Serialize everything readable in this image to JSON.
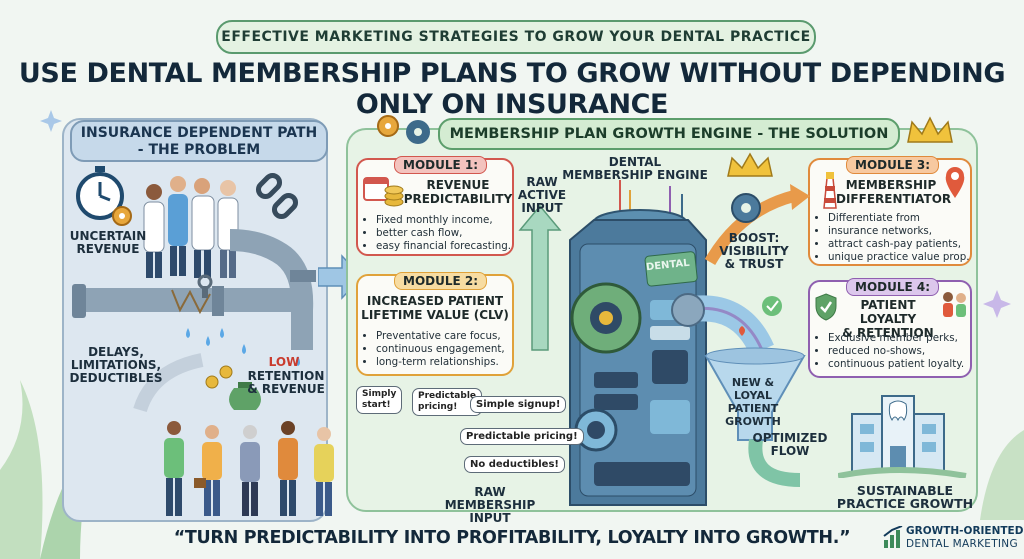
{
  "banner": "EFFECTIVE MARKETING STRATEGIES TO GROW YOUR DENTAL PRACTICE",
  "title": "USE DENTAL MEMBERSHIP PLANS TO GROW WITHOUT DEPENDING ONLY ON INSURANCE",
  "left": {
    "heading": "INSURANCE DEPENDENT PATH\n- THE PROBLEM",
    "uncertain": "UNCERTAIN\nREVENUE",
    "delays": "DELAYS,\nLIMITATIONS,\nDEDUCTIBLES",
    "low_word": "LOW",
    "low_rest": "RETENTION\n& REVENUE"
  },
  "right": {
    "heading": "MEMBERSHIP PLAN GROWTH ENGINE - THE SOLUTION"
  },
  "modules": [
    {
      "tag": "MODULE 1:",
      "title": "REVENUE\nPREDICTABILITY",
      "items": [
        "Fixed monthly income,",
        "better cash flow,",
        "easy financial forecasting."
      ]
    },
    {
      "tag": "MODULE 2:",
      "title": "INCREASED PATIENT\nLIFETIME VALUE (CLV)",
      "items": [
        "Preventative care focus,",
        "continuous engagement,",
        "long-term relationships."
      ]
    },
    {
      "tag": "MODULE 3:",
      "title": "MEMBERSHIP\nDIFFERENTIATOR",
      "items": [
        "Differentiate from",
        "insurance networks,",
        "attract cash-pay patients,",
        "unique practice value prop."
      ]
    },
    {
      "tag": "MODULE 4:",
      "title": "PATIENT LOYALTY\n& RETENTION",
      "items": [
        "Exclusive member perks,",
        "reduced no-shows,",
        "continuous patient loyalty."
      ]
    }
  ],
  "engine": {
    "title": "DENTAL\nMEMBERSHIP ENGINE",
    "body_label": "DENTAL",
    "raw_active": "RAW\nACTIVE\nINPUT",
    "boost": "BOOST:\nVISIBILITY\n& TRUST",
    "new_loyal": "NEW & LOYAL\nPATIENT\nGROWTH",
    "optimized": "OPTIMIZED\nFLOW",
    "sustainable": "SUSTAINABLE\nPRACTICE GROWTH",
    "raw_membership": "RAW MEMBERSHIP\nINPUT"
  },
  "speech": {
    "simply_start": "Simply\nstart!",
    "predictable_small": "Predictable\npricing!",
    "simple_signup": "Simple signup!",
    "predictable_pricing": "Predictable pricing!",
    "no_deductibles": "No deductibles!"
  },
  "quote": "“TURN PREDICTABILITY INTO PROFITABILITY, LOYALTY INTO GROWTH.”",
  "brand": {
    "line1": "GROWTH-ORIENTED",
    "line2": "DENTAL MARKETING"
  },
  "colors": {
    "module1": "#d2574e",
    "module2": "#e0a23a",
    "module3": "#e08a3c",
    "module4": "#8f5fb0",
    "engine": "#3d6a8a",
    "accent_green": "#5a9a6e",
    "accent_blue": "#7e9bb6"
  }
}
